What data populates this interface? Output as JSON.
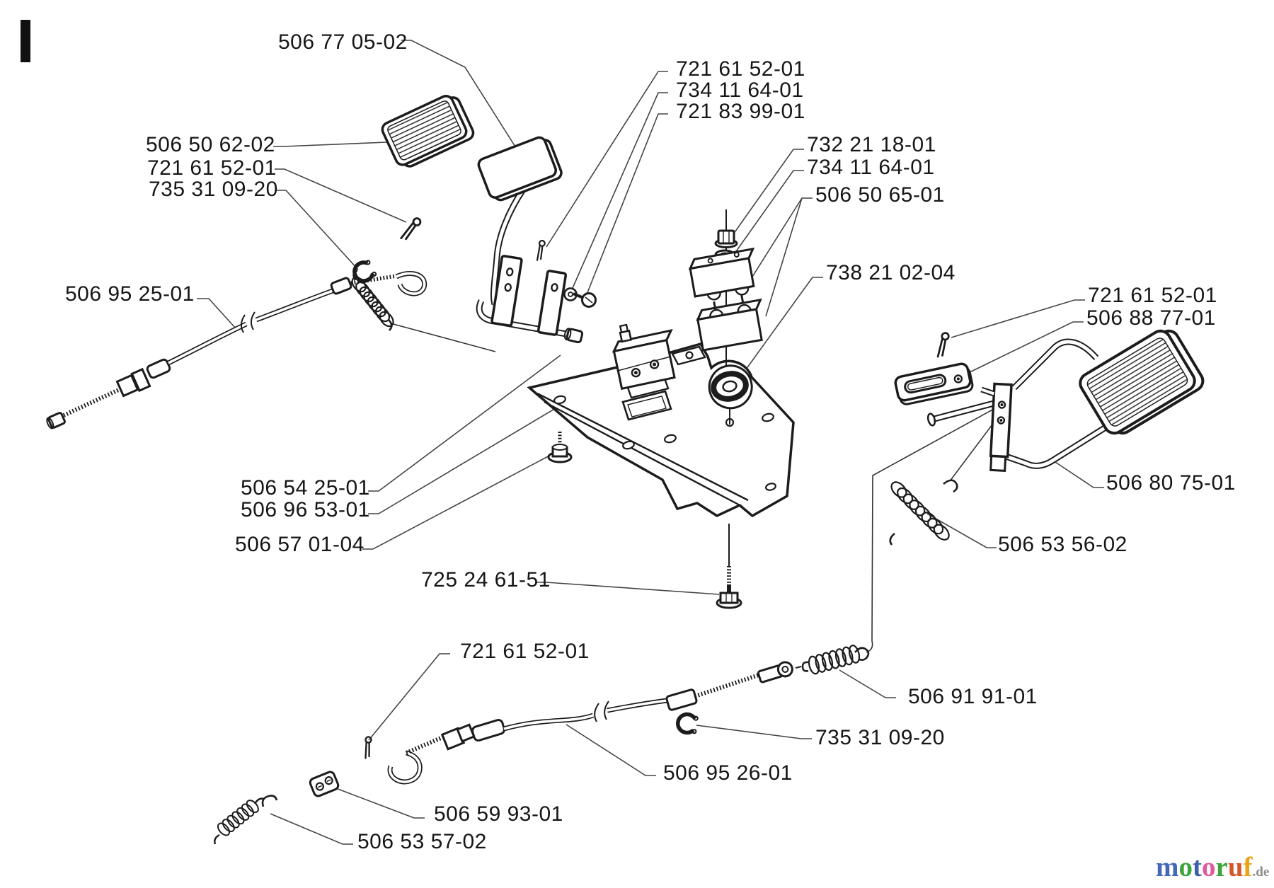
{
  "section_marker": "I",
  "ink": "#1c1c1c",
  "background": "#ffffff",
  "labels": [
    {
      "id": "pedal-plate-upper",
      "text": "506 77 05-02"
    },
    {
      "id": "pedal-pad-upper",
      "text": "506 50 62-02"
    },
    {
      "id": "cotter-pin-upper-left",
      "text": "721 61 52-01"
    },
    {
      "id": "e-clip-upper-left",
      "text": "735 31 09-20"
    },
    {
      "id": "cotter-pin-center",
      "text": "721 61 52-01"
    },
    {
      "id": "washer-center",
      "text": "734 11 64-01"
    },
    {
      "id": "screw-center",
      "text": "721 83 99-01"
    },
    {
      "id": "lock-nut",
      "text": "732 21 18-01"
    },
    {
      "id": "washer-right",
      "text": "734 11 64-01"
    },
    {
      "id": "clamp-blocks",
      "text": "506 50 65-01"
    },
    {
      "id": "grommet",
      "text": "738 21 02-04"
    },
    {
      "id": "cotter-pin-right",
      "text": "721 61 52-01"
    },
    {
      "id": "slotted-bracket",
      "text": "506 88 77-01"
    },
    {
      "id": "cable-upper",
      "text": "506 95 25-01"
    },
    {
      "id": "brake-pedal-rod",
      "text": "506 80 75-01"
    },
    {
      "id": "spring-right",
      "text": "506 53 56-02"
    },
    {
      "id": "spring-upper",
      "text": "506 54 25-01"
    },
    {
      "id": "pivot-shaft",
      "text": "506 96 53-01"
    },
    {
      "id": "flange-screw",
      "text": "506 57 01-04"
    },
    {
      "id": "long-bolt",
      "text": "725 24 61-51"
    },
    {
      "id": "cotter-pin-bottom",
      "text": "721 61 52-01"
    },
    {
      "id": "spring-bottom-right",
      "text": "506 91 91-01"
    },
    {
      "id": "e-clip-bottom",
      "text": "735 31 09-20"
    },
    {
      "id": "cable-lower",
      "text": "506 95 26-01"
    },
    {
      "id": "cable-clamp-bottom",
      "text": "506 59 93-01"
    },
    {
      "id": "spring-bottom-left",
      "text": "506 53 57-02"
    }
  ],
  "watermark": {
    "letters": [
      {
        "ch": "m",
        "color": "#4468b8"
      },
      {
        "ch": "o",
        "color": "#3ba43b"
      },
      {
        "ch": "t",
        "color": "#3c5fa8"
      },
      {
        "ch": "o",
        "color": "#e2589e"
      },
      {
        "ch": "r",
        "color": "#3ba43b"
      },
      {
        "ch": "u",
        "color": "#d9542b"
      },
      {
        "ch": "f",
        "color": "#eda414"
      }
    ],
    "suffix": ".de",
    "suffix_color": "#8a8a8a"
  }
}
